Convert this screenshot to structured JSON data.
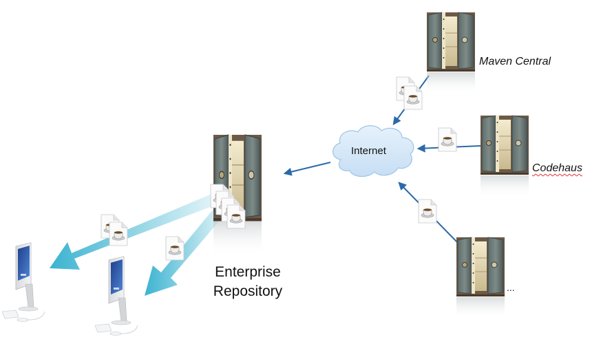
{
  "diagram": {
    "title": "Maven repository topology",
    "colors": {
      "connector": "#2a6aa8",
      "download_arrow": "#3bb3d0",
      "cloud_fill": "#d6e9f8",
      "cloud_stroke": "#9cc4e6"
    },
    "nodes": {
      "internet": {
        "label": "Internet",
        "icon": "cloud-icon"
      },
      "enterprise_repository": {
        "label_line1": "Enterprise",
        "label_line2": "Repository",
        "icon": "vault-icon"
      },
      "maven_central": {
        "label": "Maven Central",
        "icon": "vault-icon"
      },
      "codehaus": {
        "label": "Codehaus",
        "icon": "vault-icon"
      },
      "other_repository": {
        "label": "...",
        "icon": "vault-icon"
      },
      "client_1": {
        "icon": "desktop-computer-icon"
      },
      "client_2": {
        "icon": "desktop-computer-icon"
      }
    },
    "artifact_icon": "java-artifact-icon",
    "edges": [
      {
        "from": "maven_central",
        "to": "internet",
        "artifacts": 2
      },
      {
        "from": "codehaus",
        "to": "internet",
        "artifacts": 1
      },
      {
        "from": "other_repository",
        "to": "internet",
        "artifacts": 1
      },
      {
        "from": "internet",
        "to": "enterprise_repository",
        "artifacts": 0
      },
      {
        "from": "enterprise_repository",
        "to": "client_1",
        "artifacts": 2
      },
      {
        "from": "enterprise_repository",
        "to": "client_2",
        "artifacts": 1
      }
    ]
  }
}
